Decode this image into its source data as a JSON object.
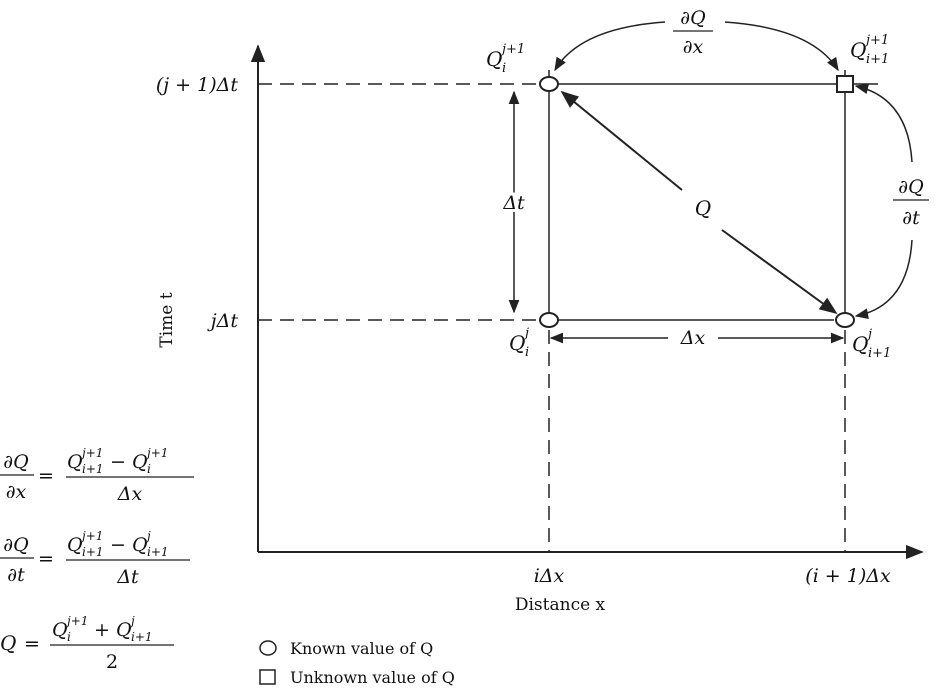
{
  "axes": {
    "x_label": "Distance x",
    "y_label": "Time t",
    "x_ticks": [
      "iΔx",
      "(i + 1)Δx"
    ],
    "y_ticks": [
      "(j + 1)Δt",
      "jΔt"
    ]
  },
  "nodes": {
    "q_i_j1": "Q_i^{j+1}",
    "q_i1_j1": "Q_{i+1}^{j+1}",
    "q_i_j": "Q_i^j",
    "q_i1_j": "Q_{i+1}^j"
  },
  "labels": {
    "dQ": "∂Q",
    "dx": "∂x",
    "dt": "∂t",
    "delta_t": "Δt",
    "delta_x": "Δx",
    "Q": "Q"
  },
  "equations": {
    "eq1": {
      "lhs_num": "∂Q",
      "lhs_den": "∂x",
      "num": "Q_{i+1}^{j+1} − Q_i^{j+1}",
      "den": "Δx"
    },
    "eq2": {
      "lhs_num": "∂Q",
      "lhs_den": "∂t",
      "num": "Q_{i+1}^{j+1} − Q_{i+1}^j",
      "den": "Δt"
    },
    "eq3": {
      "lhs": "Q",
      "num": "Q_i^{j+1} + Q_{i+1}^j",
      "den": "2"
    }
  },
  "legend": {
    "known": "Known value of Q",
    "unknown": "Unknown value of Q"
  }
}
